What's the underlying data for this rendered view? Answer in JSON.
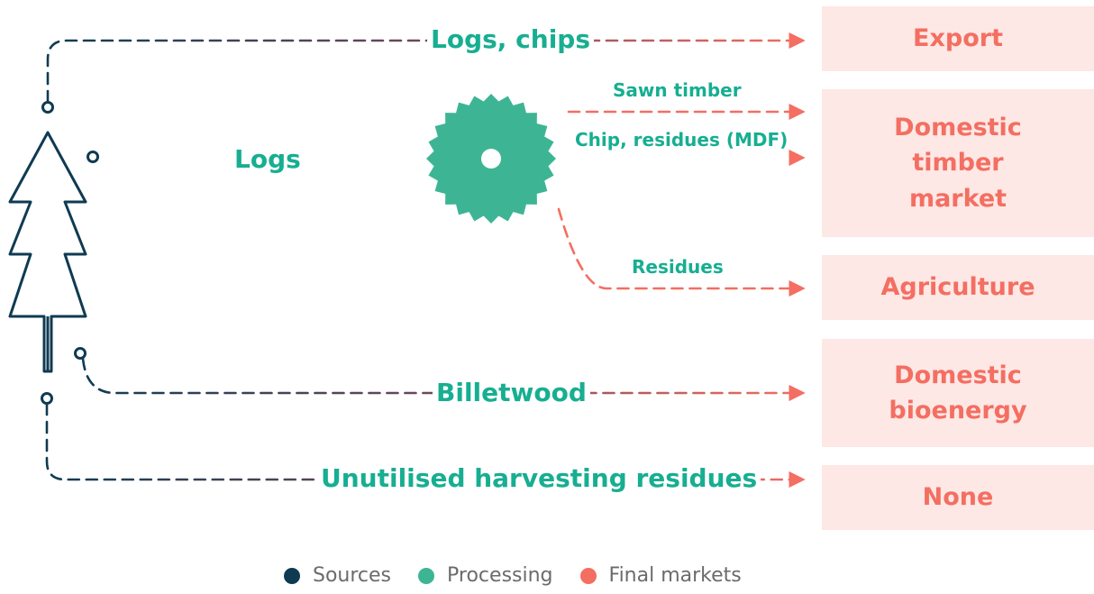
{
  "colors": {
    "sources": "#0f3b52",
    "processing": "#3db595",
    "final_markets": "#f46e62",
    "label": "#17ae91",
    "market_box": "#fde8e5",
    "legend_text": "#6b6b6b"
  },
  "flows": {
    "logs_chips": "Logs, chips",
    "logs": "Logs",
    "billetwood": "Billetwood",
    "unutilised": "Unutilised harvesting residues",
    "sawn_timber": "Sawn timber",
    "chip_residues": "Chip, residues (MDF)",
    "residues": "Residues"
  },
  "markets": {
    "export": "Export",
    "domestic_timber": "Domestic\ntimber\nmarket",
    "agriculture": "Agriculture",
    "domestic_bioenergy": "Domestic\nbioenergy",
    "none": "None"
  },
  "legend": {
    "sources": "Sources",
    "processing": "Processing",
    "final_markets": "Final markets"
  },
  "icons": {
    "source": "tree-icon",
    "processing": "saw-blade-icon"
  }
}
